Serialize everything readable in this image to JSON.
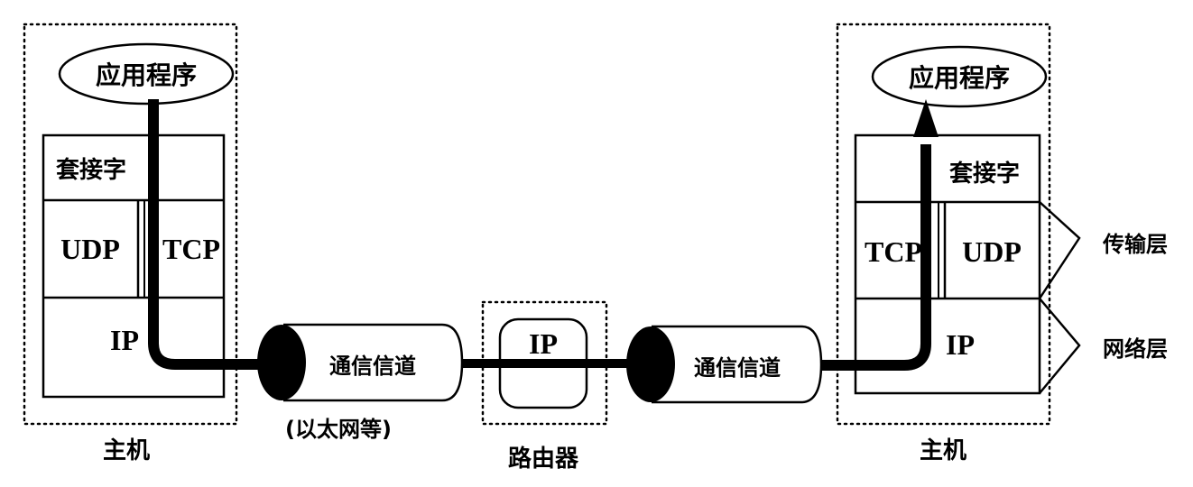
{
  "diagram": {
    "left_host": {
      "label": "主机",
      "application": "应用程序",
      "socket": "套接字",
      "transport_left": "UDP",
      "transport_right": "TCP",
      "network": "IP"
    },
    "channel_left": {
      "label": "通信信道",
      "note": "(以太网等)"
    },
    "router": {
      "label": "路由器",
      "network": "IP"
    },
    "channel_right": {
      "label": "通信信道"
    },
    "right_host": {
      "label": "主机",
      "application": "应用程序",
      "socket": "套接字",
      "transport_left": "TCP",
      "transport_right": "UDP",
      "network": "IP"
    },
    "layer_labels": {
      "transport": "传输层",
      "network": "网络层"
    }
  }
}
